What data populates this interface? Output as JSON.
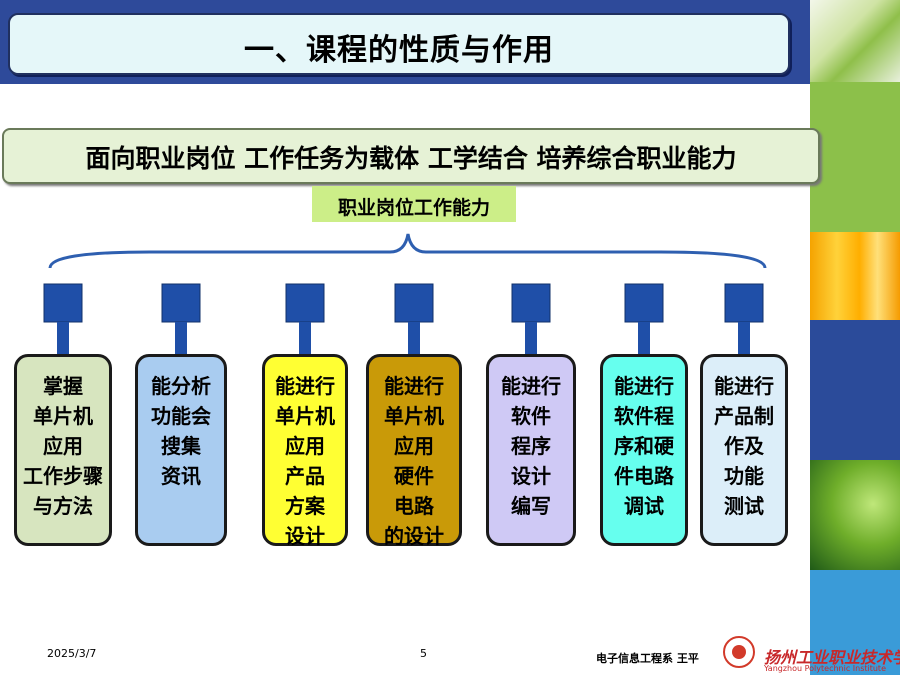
{
  "title": "一、课程的性质与作用",
  "banner": "面向职业岗位  工作任务为载体  工学结合  培养综合职业能力",
  "caption": "职业岗位工作能力",
  "abilities": [
    {
      "lines": [
        "掌握",
        "单片机",
        "应用",
        "工作步骤",
        "与方法"
      ],
      "bg": "#d7e5bf"
    },
    {
      "lines": [
        "能分析",
        "功能会",
        "搜集",
        "资讯"
      ],
      "bg": "#a9ccf0"
    },
    {
      "lines": [
        "能进行",
        "单片机",
        "应用",
        "产品",
        "方案",
        "设计"
      ],
      "bg": "#ffff33"
    },
    {
      "lines": [
        "能进行",
        "单片机",
        "应用",
        "硬件",
        "电路",
        "的设计"
      ],
      "bg": "#c99a08"
    },
    {
      "lines": [
        "能进行",
        "软件",
        "程序",
        "设计",
        "编写"
      ],
      "bg": "#cfc9f5"
    },
    {
      "lines": [
        "能进行",
        "软件程",
        "序和硬",
        "件电路",
        "调试"
      ],
      "bg": "#66ffee"
    },
    {
      "lines": [
        "能进行",
        "产品制",
        "作及",
        "功能",
        "测试"
      ],
      "bg": "#dceef9"
    }
  ],
  "footer": {
    "date": "2025/3/7",
    "page": "5",
    "dept": "电子信息工程系   王平",
    "school_cn": "扬州工业职业技术学院",
    "school_en": "Yangzhou Polytechnic Institute"
  },
  "colors": {
    "topbar": "#2e4a9a",
    "connector": "#1f4fa8",
    "brace": "#2e5fb0"
  }
}
